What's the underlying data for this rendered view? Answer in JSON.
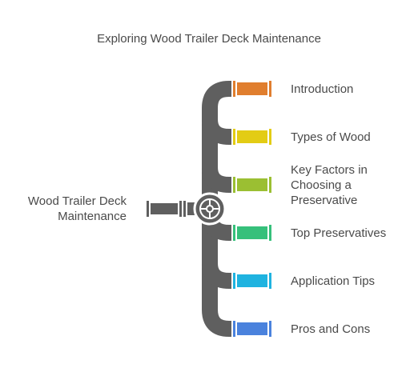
{
  "title": "Exploring Wood Trailer Deck Maintenance",
  "root_label": "Wood Trailer Deck Maintenance",
  "branches": [
    {
      "label": "Introduction",
      "color": "#E07E2E"
    },
    {
      "label": "Types of Wood",
      "color": "#E3CC14"
    },
    {
      "label": "Key Factors in Choosing a Preservative",
      "color": "#9BBF32"
    },
    {
      "label": "Top Preservatives",
      "color": "#36C07B"
    },
    {
      "label": "Application Tips",
      "color": "#1FB3E0"
    },
    {
      "label": "Pros and Cons",
      "color": "#4A82DD"
    }
  ],
  "pipe_color": "#5f5f5f"
}
